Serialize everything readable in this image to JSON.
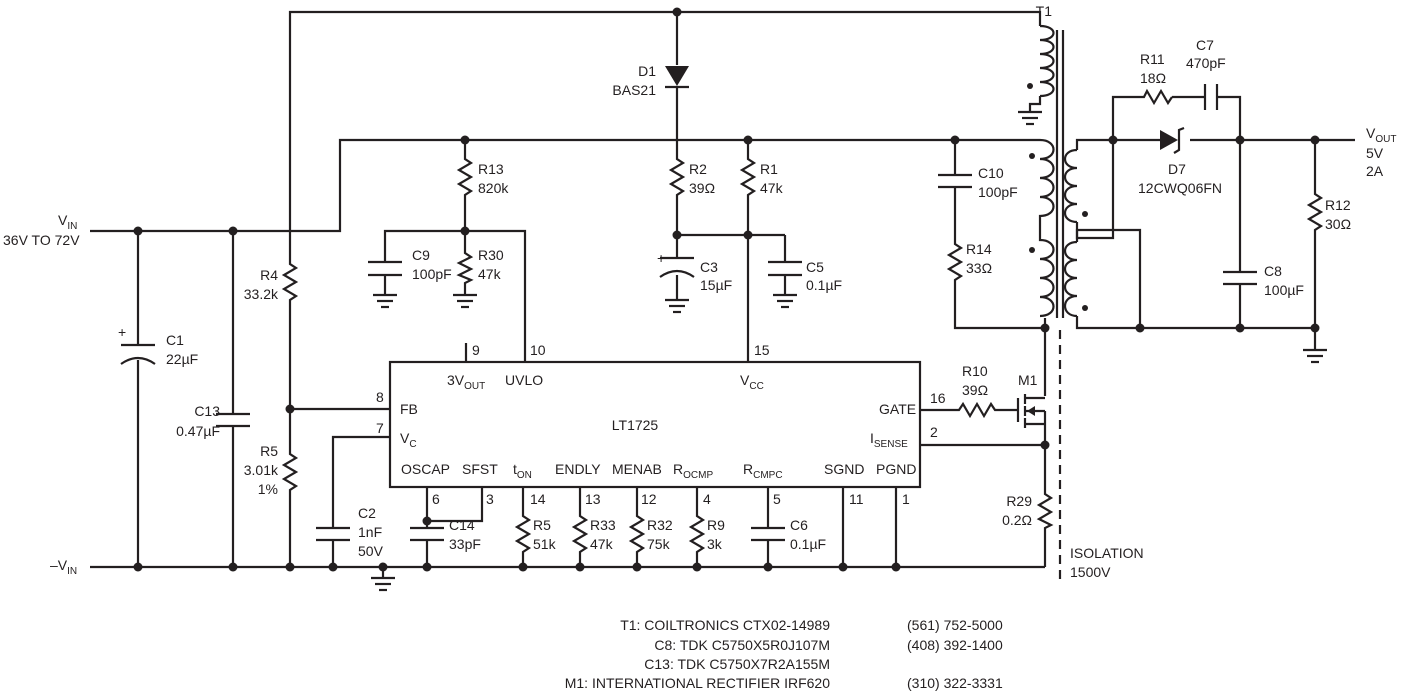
{
  "ic": {
    "name": "LT1725"
  },
  "pins": {
    "p9": "9",
    "p10": "10",
    "p15": "15",
    "p8": "8",
    "p7": "7",
    "p16": "16",
    "p2": "2",
    "p6": "6",
    "p3": "3",
    "p14": "14",
    "p13": "13",
    "p12": "12",
    "p4": "4",
    "p5": "5",
    "p11": "11",
    "p1": "1"
  },
  "pin_names": {
    "vout3": "3V",
    "vout3_sub": "OUT",
    "uvlo": "UVLO",
    "vcc": "V",
    "vcc_sub": "CC",
    "fb": "FB",
    "vc": "V",
    "vc_sub": "C",
    "gate": "GATE",
    "isense": "I",
    "isense_sub": "SENSE",
    "oscap": "OSCAP",
    "sfst": "SFST",
    "ton": "t",
    "ton_sub": "ON",
    "endly": "ENDLY",
    "menab": "MENAB",
    "rocmp": "R",
    "rocmp_sub": "OCMP",
    "rcmpc": "R",
    "rcmpc_sub": "CMPC",
    "sgnd": "SGND",
    "pgnd": "PGND"
  },
  "nets": {
    "vin": "V",
    "vin_sub": "IN",
    "vin_range": "36V TO 72V",
    "neg_vin_pre": "–V",
    "neg_vin_sub": "IN",
    "vout": "V",
    "vout_sub": "OUT",
    "vout_v": "5V",
    "vout_a": "2A"
  },
  "parts": {
    "T1": {
      "ref": "T1"
    },
    "D1": {
      "ref": "D1",
      "value": "BAS21"
    },
    "D7": {
      "ref": "D7",
      "value": "12CWQ06FN"
    },
    "M1": {
      "ref": "M1"
    },
    "R1": {
      "ref": "R1",
      "value": "47k"
    },
    "R2": {
      "ref": "R2",
      "value": "39Ω"
    },
    "R4": {
      "ref": "R4",
      "value": "33.2k"
    },
    "R5": {
      "ref": "R5",
      "value": "3.01k",
      "tol": "1%"
    },
    "R5b": {
      "ref": "R5",
      "value": "51k"
    },
    "R9": {
      "ref": "R9",
      "value": "3k"
    },
    "R10": {
      "ref": "R10",
      "value": "39Ω"
    },
    "R11": {
      "ref": "R11",
      "value": "18Ω"
    },
    "R12": {
      "ref": "R12",
      "value": "30Ω"
    },
    "R13": {
      "ref": "R13",
      "value": "820k"
    },
    "R14": {
      "ref": "R14",
      "value": "33Ω"
    },
    "R29": {
      "ref": "R29",
      "value": "0.2Ω"
    },
    "R30": {
      "ref": "R30",
      "value": "47k"
    },
    "R32": {
      "ref": "R32",
      "value": "75k"
    },
    "R33": {
      "ref": "R33",
      "value": "47k"
    },
    "C1": {
      "ref": "C1",
      "value": "22µF"
    },
    "C2": {
      "ref": "C2",
      "value": "1nF",
      "volt": "50V"
    },
    "C3": {
      "ref": "C3",
      "value": "15µF"
    },
    "C5": {
      "ref": "C5",
      "value": "0.1µF"
    },
    "C6": {
      "ref": "C6",
      "value": "0.1µF"
    },
    "C7": {
      "ref": "C7",
      "value": "470pF"
    },
    "C8": {
      "ref": "C8",
      "value": "100µF"
    },
    "C9": {
      "ref": "C9",
      "value": "100pF"
    },
    "C10": {
      "ref": "C10",
      "value": "100pF"
    },
    "C13": {
      "ref": "C13",
      "value": "0.47µF"
    },
    "C14": {
      "ref": "C14",
      "value": "33pF"
    }
  },
  "isolation": {
    "line1": "ISOLATION",
    "line2": "1500V"
  },
  "bom": [
    {
      "label": "T1: COILTRONICS CTX02-14989",
      "phone": "(561) 752-5000"
    },
    {
      "label": "C8: TDK C5750X5R0J107M",
      "phone": "(408) 392-1400"
    },
    {
      "label": "C13: TDK C5750X7R2A155M",
      "phone": ""
    },
    {
      "label": "M1: INTERNATIONAL RECTIFIER IRF620",
      "phone": "(310) 322-3331"
    }
  ]
}
